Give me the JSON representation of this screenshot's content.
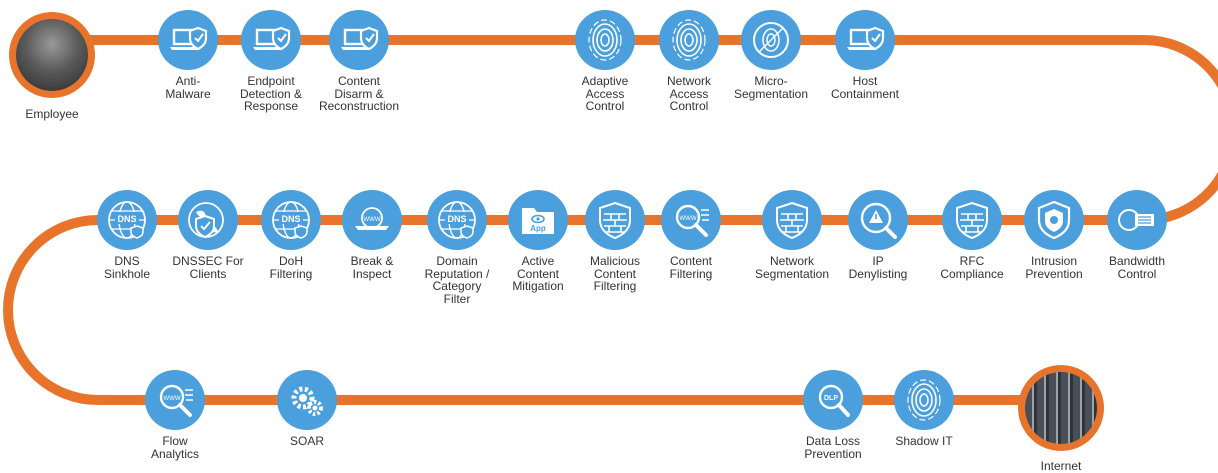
{
  "colors": {
    "path": "#e8742c",
    "node": "#4a9fdc",
    "icon": "#ffffff",
    "text": "#333333"
  },
  "start": {
    "label": "Employee",
    "image": "employee-photo"
  },
  "end": {
    "label": "Internet",
    "image": "server-rack-photo"
  },
  "row1": [
    {
      "label": "Anti-\nMalware",
      "icon": "laptop-shield-icon"
    },
    {
      "label": "Endpoint\nDetection &\nResponse",
      "icon": "laptop-shield-icon"
    },
    {
      "label": "Content\nDisarm &\nReconstruction",
      "icon": "laptop-shield-icon"
    },
    {
      "label": "Adaptive\nAccess\nControl",
      "icon": "fingerprint-icon"
    },
    {
      "label": "Network\nAccess\nControl",
      "icon": "fingerprint-icon"
    },
    {
      "label": "Micro-\nSegmentation",
      "icon": "fingerprint-target-icon"
    },
    {
      "label": "Host\nContainment",
      "icon": "laptop-shield-icon"
    }
  ],
  "row2": [
    {
      "label": "DNS\nSinkhole",
      "icon": "dns-globe-icon"
    },
    {
      "label": "DNSSEC For\nClients",
      "icon": "globe-shield-icon"
    },
    {
      "label": "DoH\nFiltering",
      "icon": "dns-globe-icon"
    },
    {
      "label": "Break &\nInspect",
      "icon": "break-inspect-icon"
    },
    {
      "label": "Domain\nReputation /\nCategory\nFilter",
      "icon": "dns-globe-icon"
    },
    {
      "label": "Active\nContent\nMitigation",
      "icon": "app-folder-icon"
    },
    {
      "label": "Malicious\nContent\nFiltering",
      "icon": "firewall-shield-icon"
    },
    {
      "label": "Content\nFiltering",
      "icon": "magnifier-www-icon"
    },
    {
      "label": "Network\nSegmentation",
      "icon": "firewall-shield-icon"
    },
    {
      "label": "IP\nDenylisting",
      "icon": "magnifier-alert-icon"
    },
    {
      "label": "RFC\nCompliance",
      "icon": "firewall-shield-icon"
    },
    {
      "label": "Intrusion\nPrevention",
      "icon": "shield-target-icon"
    },
    {
      "label": "Bandwidth\nControl",
      "icon": "bandwidth-icon"
    }
  ],
  "row3": [
    {
      "label": "Flow\nAnalytics",
      "icon": "magnifier-www-icon"
    },
    {
      "label": "SOAR",
      "icon": "gears-icon"
    },
    {
      "label": "Data Loss\nPrevention",
      "icon": "dlp-magnifier-icon"
    },
    {
      "label": "Shadow IT",
      "icon": "fingerprint-icon"
    }
  ],
  "icon_text": {
    "dns": "DNS",
    "app": "App",
    "www": "WWW",
    "dlp": "DLP"
  }
}
